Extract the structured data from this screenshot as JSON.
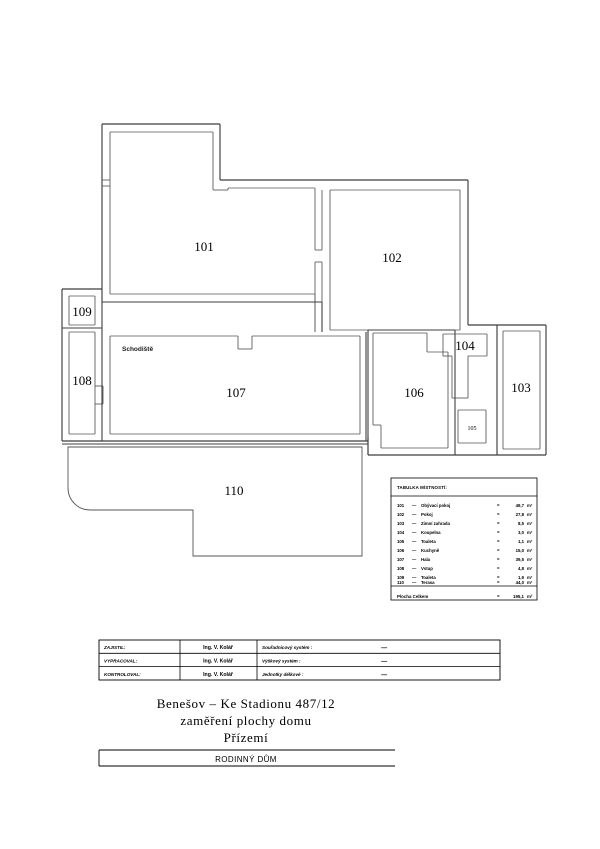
{
  "document": {
    "type": "architectural-floor-plan",
    "drawing_title_line1": "Benešov – Ke Stadionu 487/12",
    "drawing_title_line2": "zaměření plochy domu",
    "drawing_title_line3": "Přízemí",
    "drawing_subtitle": "RODINNÝ DŮM"
  },
  "plan": {
    "stair_label": "Schodiště",
    "room_numbers": {
      "r101": "101",
      "r102": "102",
      "r103": "103",
      "r104": "104",
      "r105": "105",
      "r106": "106",
      "r107": "107",
      "r108": "108",
      "r109": "109",
      "r110": "110"
    }
  },
  "schedule": {
    "header": "TABULKA MÍSTNOSTÍ:",
    "unit": "m²",
    "equals": "=",
    "rows": [
      {
        "code": "101",
        "dash": "—",
        "name": "Obývací pokoj",
        "area": "49,7"
      },
      {
        "code": "102",
        "dash": "—",
        "name": "Pokoj",
        "area": "27,8"
      },
      {
        "code": "103",
        "dash": "—",
        "name": "Zimní zahrada",
        "area": "8,5"
      },
      {
        "code": "104",
        "dash": "—",
        "name": "Koupelna",
        "area": "3,0"
      },
      {
        "code": "105",
        "dash": "—",
        "name": "Toaleta",
        "area": "1,1"
      },
      {
        "code": "106",
        "dash": "—",
        "name": "Kuchyně",
        "area": "15,0"
      },
      {
        "code": "107",
        "dash": "—",
        "name": "Hala",
        "area": "39,5"
      },
      {
        "code": "108",
        "dash": "—",
        "name": "Vstup",
        "area": "4,8"
      },
      {
        "code": "109",
        "dash": "—",
        "name": "Toaleta",
        "area": "1,9"
      },
      {
        "code": "110",
        "dash": "—",
        "name": "Terasa",
        "area": "44,0"
      }
    ],
    "total_label": "Plocha Celkem",
    "total_equals": "=",
    "total_area": "195,1"
  },
  "title_block": {
    "rows": [
      {
        "label": "ZAJISTIL:",
        "value": "Ing. V. Kolář",
        "right_label": "Souřadnicový systém :",
        "right_value": "-----"
      },
      {
        "label": "VYPRACOVAL:",
        "value": "Ing. V. Kolář",
        "right_label": "Výškový systém :",
        "right_value": "-----"
      },
      {
        "label": "KONTROLOVAL:",
        "value": "Ing. V. Kolář",
        "right_label": "Jednotky délkové :",
        "right_value": "-----"
      }
    ]
  },
  "colors": {
    "paper": "#ffffff",
    "line": "#000000",
    "wall": "#3a3a3a",
    "thin": "#555555"
  }
}
